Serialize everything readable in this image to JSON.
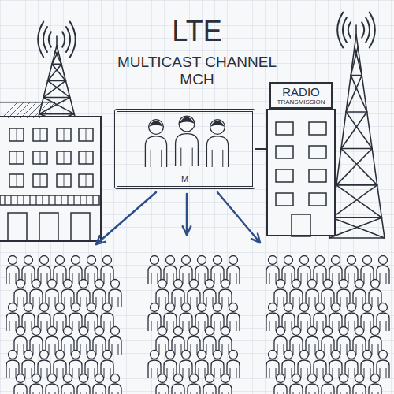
{
  "diagram": {
    "title": "LTE",
    "nodes": [
      {
        "text": [
          "M"
        ]
      },
      {
        "text": [
          "RADIO",
          "TRANSMISSION"
        ]
      }
    ],
    "edges": [
      {
        "from": 0,
        "to": 1,
        "arrow": "none"
      }
    ],
    "labels": [
      "MULTICAST CHANNEL MCH"
    ]
  }
}
